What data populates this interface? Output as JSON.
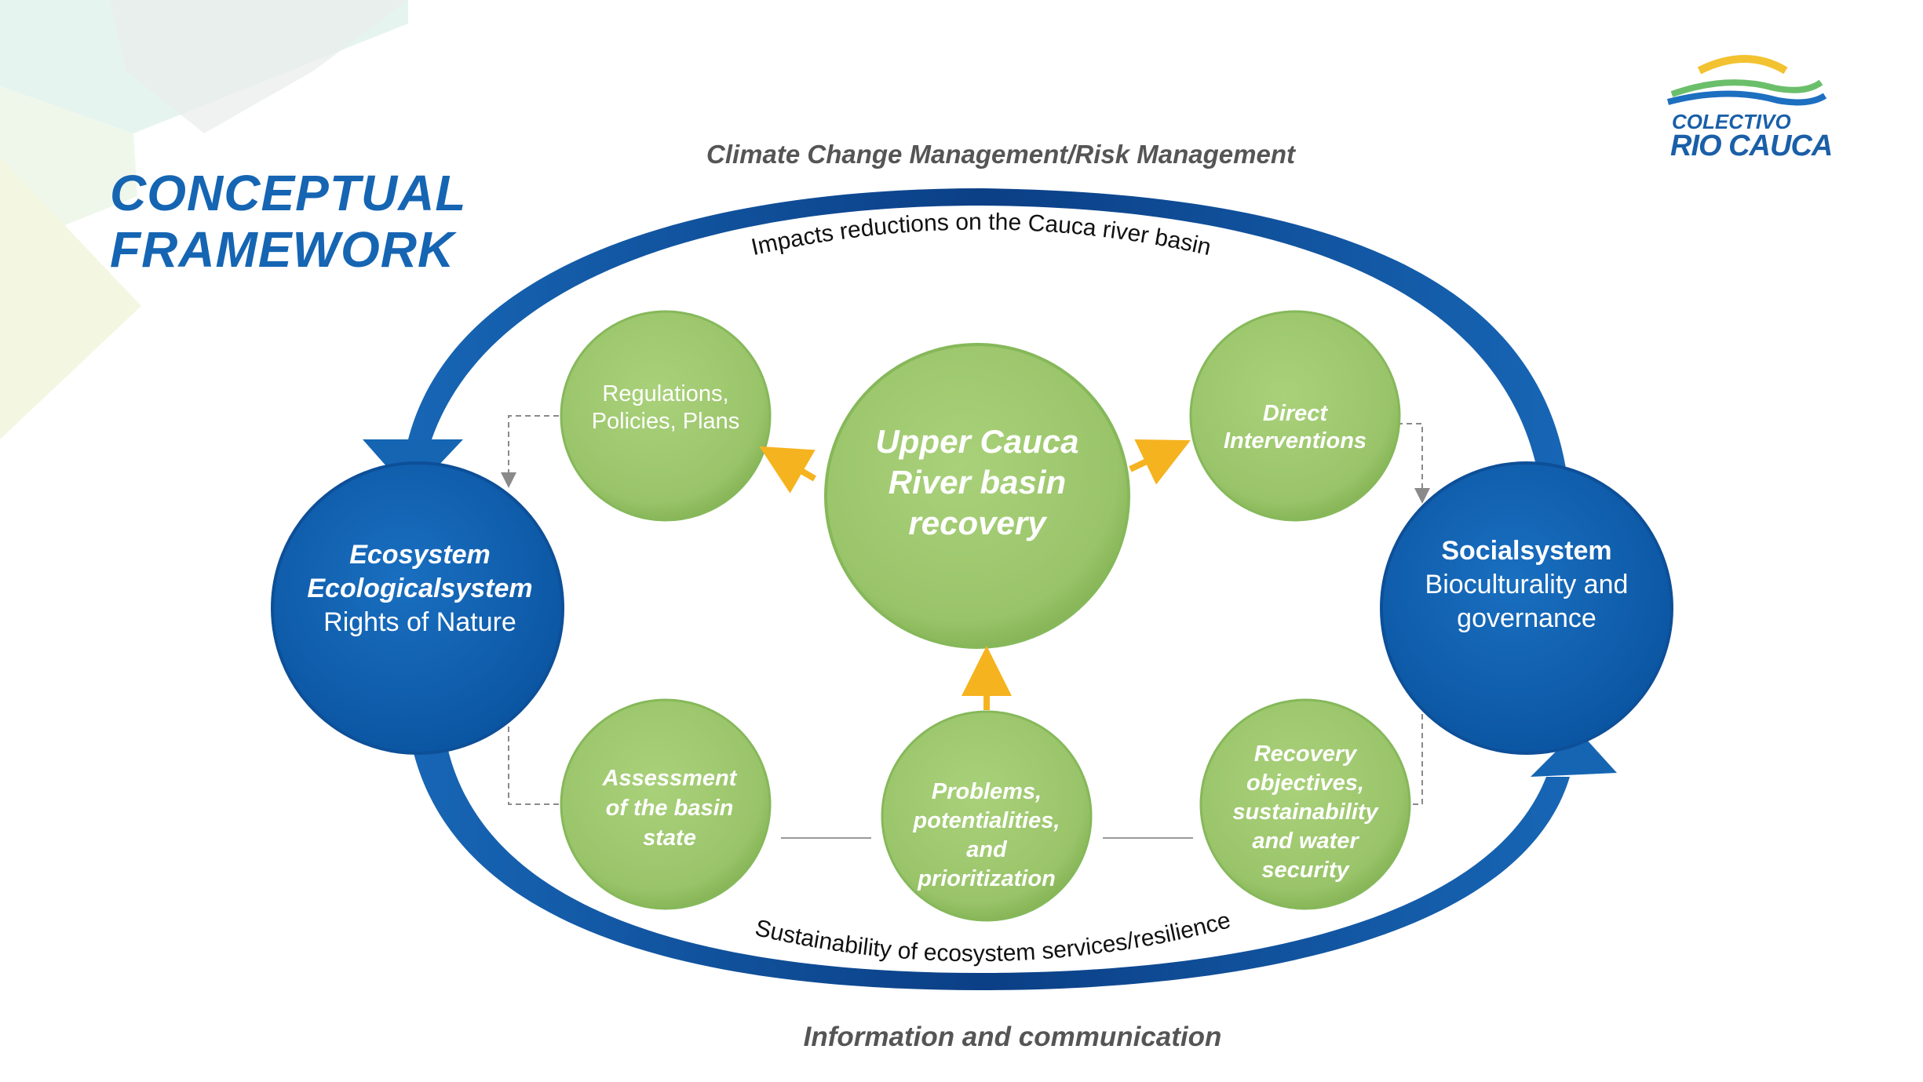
{
  "title": {
    "line1": "CONCEPTUAL",
    "line2": "FRAMEWORK"
  },
  "logo": {
    "line1": "COLECTIVO",
    "line2": "RIO CAUCA"
  },
  "labels": {
    "top": "Climate Change Management/Risk Management",
    "bottom": "Information and communication",
    "arc_top": "Impacts reductions on the Cauca river basin",
    "arc_bottom": "Sustainability of ecosystem services/resilience"
  },
  "nodes": {
    "center": {
      "line1": "Upper Cauca",
      "line2": "River basin",
      "line3": "recovery"
    },
    "regulations": {
      "line1": "Regulations,",
      "line2": "Policies, Plans"
    },
    "direct": {
      "line1": "Direct",
      "line2": "Interventions"
    },
    "assessment": {
      "line1": "Assessment",
      "line2": "of the basin",
      "line3": "state"
    },
    "problems": {
      "line1": "Problems,",
      "line2": "potentialities,",
      "line3": "and",
      "line4": "prioritization"
    },
    "recovery": {
      "line1": "Recovery",
      "line2": "objectives,",
      "line3": "sustainability",
      "line4": "and water",
      "line5": "security"
    },
    "ecosystem": {
      "line1": "Ecosystem",
      "line2": "Ecologicalsystem",
      "line3": "Rights of Nature"
    },
    "socialsystem": {
      "line1": "Socialsystem",
      "line2": "Bioculturality  and",
      "line3": "governance"
    }
  },
  "colors": {
    "blue_dark": "#0b3f86",
    "blue_mid": "#1565b3",
    "green": "#9ec76f",
    "green_edge": "#86b85a",
    "arrow_orange": "#f5b31f"
  }
}
